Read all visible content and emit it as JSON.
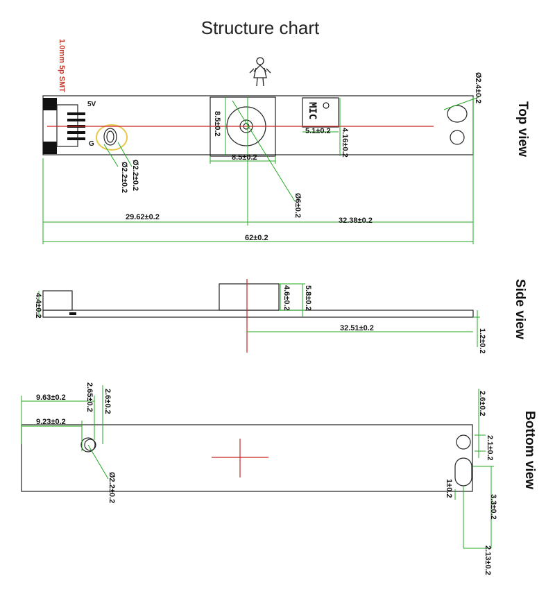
{
  "title": "Structure chart",
  "views": {
    "top": "Top view",
    "side": "Side view",
    "bottom": "Bottom view"
  },
  "top_view": {
    "connector_note": "1.0mm 5p SMT",
    "pin_5v": "5V",
    "pin_g": "G",
    "mic_label": "MIC",
    "dims": {
      "hole_right": "Ø2.4±0.2",
      "lens_height": "8.5±0.2",
      "mic_width": "5.1±0.2",
      "mic_height": "4.16±0.2",
      "lens_width": "8.5±0.2",
      "small_hole_a": "Ø2.2±0.2",
      "small_hole_b": "Ø2.2±0.2",
      "lens_dia": "Ø6±0.2",
      "left_to_center": "29.62±0.2",
      "center_to_right": "32.38±0.2",
      "total_length": "62±0.2"
    }
  },
  "side_view": {
    "dims": {
      "connector_height": "4.4±0.2",
      "lens_block_height": "4.6±0.2",
      "total_height": "5.8±0.2",
      "center_to_right": "32.51±0.2",
      "board_thickness": "1.2±0.2"
    }
  },
  "bottom_view": {
    "dims": {
      "hole_offset_a": "9.63±0.2",
      "hole_offset_b": "9.23±0.2",
      "top_offset_a": "2.65±0.2",
      "top_offset_b": "2.6±0.2",
      "left_hole_dia": "Ø2.2±0.2",
      "right_top_offset": "2.6±0.2",
      "right_hole_spacing": "2.1±0.2",
      "slot_width": "1±0.2",
      "slot_height": "3.3±0.2",
      "right_bottom_offset": "2.13±0.2"
    }
  },
  "colors": {
    "outline": "#222222",
    "dimension_line": "#22aa22",
    "center_line": "#cc2222",
    "highlight": "#e8c84a"
  }
}
